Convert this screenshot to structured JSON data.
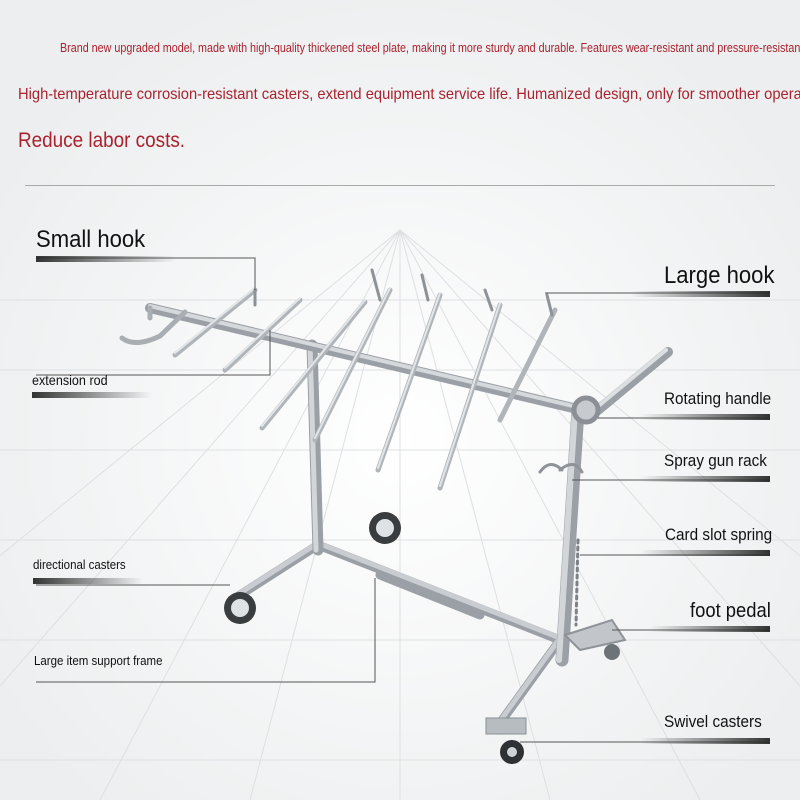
{
  "description_lines": [
    "Brand new upgraded model, made with high-quality thickened steel plate, making it more sturdy and durable. Features wear-resistant and pressure-resistant",
    "High-temperature corrosion-resistant casters, extend equipment service life. Humanized design, only for smoother operation.",
    "Reduce labor costs."
  ],
  "labels": {
    "small_hook": "Small hook",
    "large_hook": "Large hook",
    "extension_rod": "extension rod",
    "rotating_handle": "Rotating handle",
    "spray_gun_rack": "Spray gun rack",
    "card_slot_spring": "Card slot spring",
    "directional_casters": "directional casters",
    "foot_pedal": "foot pedal",
    "support_frame": "Large item support frame",
    "swivel_casters": "Swivel casters"
  },
  "colors": {
    "headline_red": "#a8232f",
    "steel": "#b7bcc1",
    "background": "#f1f3f4"
  }
}
